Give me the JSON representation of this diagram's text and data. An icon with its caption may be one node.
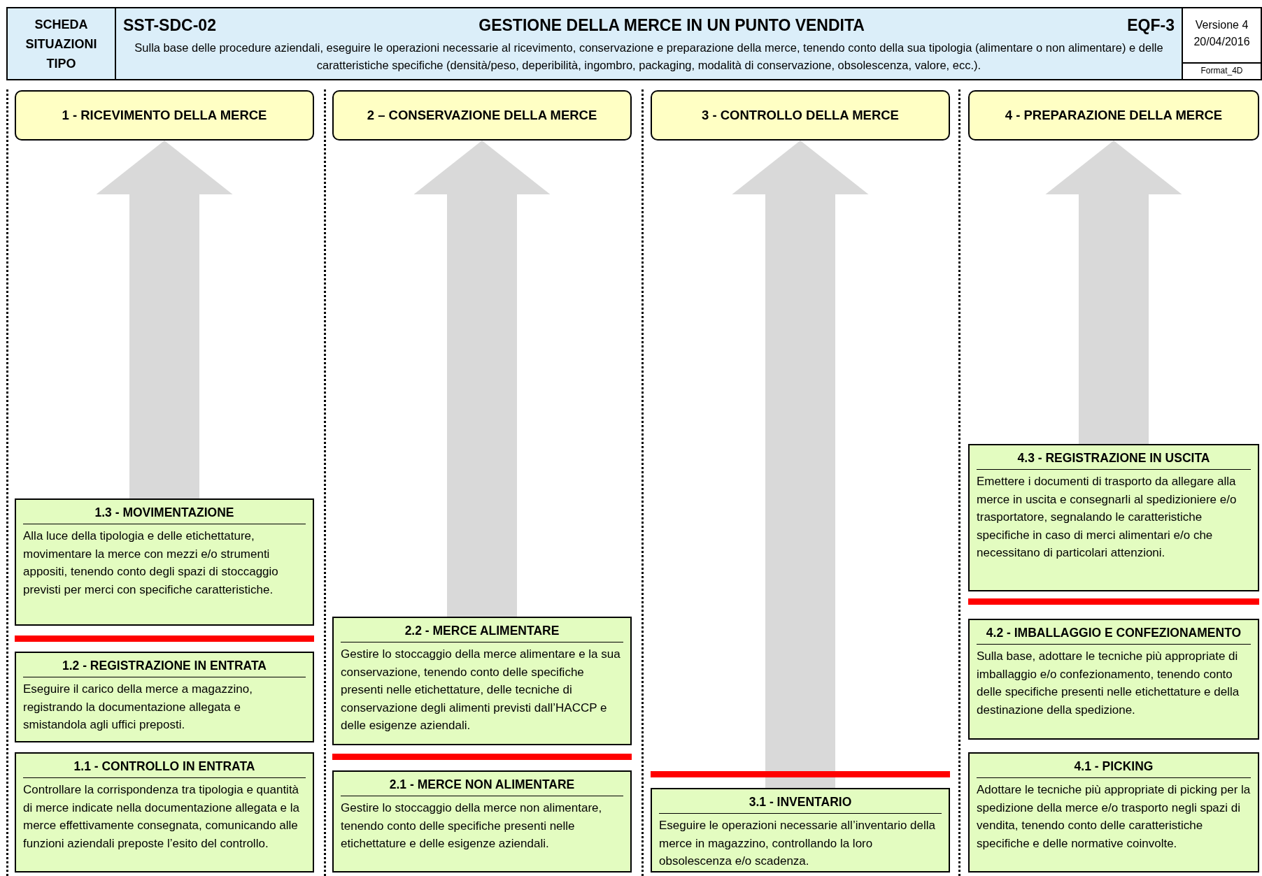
{
  "diagram": {
    "nodes": [
      {
        "text": [
          "SCHEDA SITUAZIONI TIPO"
        ]
      },
      {
        "text": [
          "SST-SDC-02",
          "GESTIONE DELLA MERCE IN UN PUNTO VENDITA",
          "EQF-3",
          "Sulla base delle procedure aziendali, eseguire le operazioni necessarie al ricevimento, conservazione e preparazione della merce, tenendo conto della sua tipologia (alimentare o non alimentare) e delle caratteristiche specifiche (densità/peso, deperibilità, ingombro, packaging, modalità di conservazione, obsolescenza, valore, ecc.)."
        ]
      },
      {
        "text": [
          "Versione 4",
          "20/04/2016"
        ]
      },
      {
        "text": [
          "Format_4D"
        ]
      },
      {
        "text": [
          "1 - RICEVIMENTO DELLA MERCE"
        ]
      },
      {
        "text": [
          "1.3 - MOVIMENTAZIONE",
          "Alla luce della tipologia e delle etichettature, movimentare la merce con mezzi e/o strumenti appositi, tenendo conto degli spazi di stoccaggio previsti per merci con specifiche caratteristiche."
        ]
      },
      {
        "text": [
          "1.2 - REGISTRAZIONE IN ENTRATA",
          "Eseguire il carico della merce a magazzino, registrando la documentazione allegata e smistandola agli uffici preposti."
        ]
      },
      {
        "text": [
          "1.1 - CONTROLLO IN ENTRATA",
          "Controllare la corrispondenza tra tipologia e quantità di merce indicate nella documentazione allegata e la merce effettivamente consegnata, comunicando alle funzioni aziendali preposte l’esito del controllo."
        ]
      },
      {
        "text": [
          "2 – CONSERVAZIONE DELLA MERCE"
        ]
      },
      {
        "text": [
          "2.2 - MERCE ALIMENTARE",
          "Gestire lo stoccaggio della merce alimentare e la sua conservazione, tenendo conto delle specifiche presenti nelle etichettature, delle tecniche di conservazione degli alimenti previsti dall’HACCP e delle esigenze aziendali."
        ]
      },
      {
        "text": [
          "2.1 - MERCE NON ALIMENTARE",
          "Gestire lo stoccaggio della merce non alimentare, tenendo conto delle specifiche presenti nelle etichettature e delle esigenze aziendali."
        ]
      },
      {
        "text": [
          "3 - CONTROLLO DELLA MERCE"
        ]
      },
      {
        "text": [
          "3.1 - INVENTARIO",
          "Eseguire le operazioni necessarie all’inventario della merce in magazzino, controllando la loro obsolescenza e/o scadenza."
        ]
      },
      {
        "text": [
          "4 - PREPARAZIONE DELLA MERCE"
        ]
      },
      {
        "text": [
          "4.3 - REGISTRAZIONE IN USCITA",
          "Emettere i documenti di trasporto da allegare alla merce in uscita e consegnarli al spedizioniere e/o trasportatore, segnalando le caratteristiche specifiche in caso di merci alimentari e/o che necessitano di particolari attenzioni."
        ]
      },
      {
        "text": [
          "4.2 - IMBALLAGGIO E CONFEZIONAMENTO",
          "Sulla base, adottare le tecniche più appropriate di imballaggio e/o confezionamento, tenendo conto delle specifiche presenti nelle etichettature e della destinazione della spedizione."
        ]
      },
      {
        "text": [
          "4.1 - PICKING",
          "Adottare le tecniche più appropriate di picking per la spedizione della merce e/o trasporto negli spazi di vendita, tenendo conto delle caratteristiche specifiche e delle normative coinvolte."
        ]
      }
    ],
    "edges": [
      {
        "from": 5,
        "to": 4,
        "arrow": "to",
        "color": "#d9d9d9"
      },
      {
        "from": 9,
        "to": 8,
        "arrow": "to",
        "color": "#d9d9d9"
      },
      {
        "from": 12,
        "to": 11,
        "arrow": "to",
        "color": "#d9d9d9"
      },
      {
        "from": 14,
        "to": 13,
        "arrow": "to",
        "color": "#d9d9d9"
      }
    ]
  }
}
